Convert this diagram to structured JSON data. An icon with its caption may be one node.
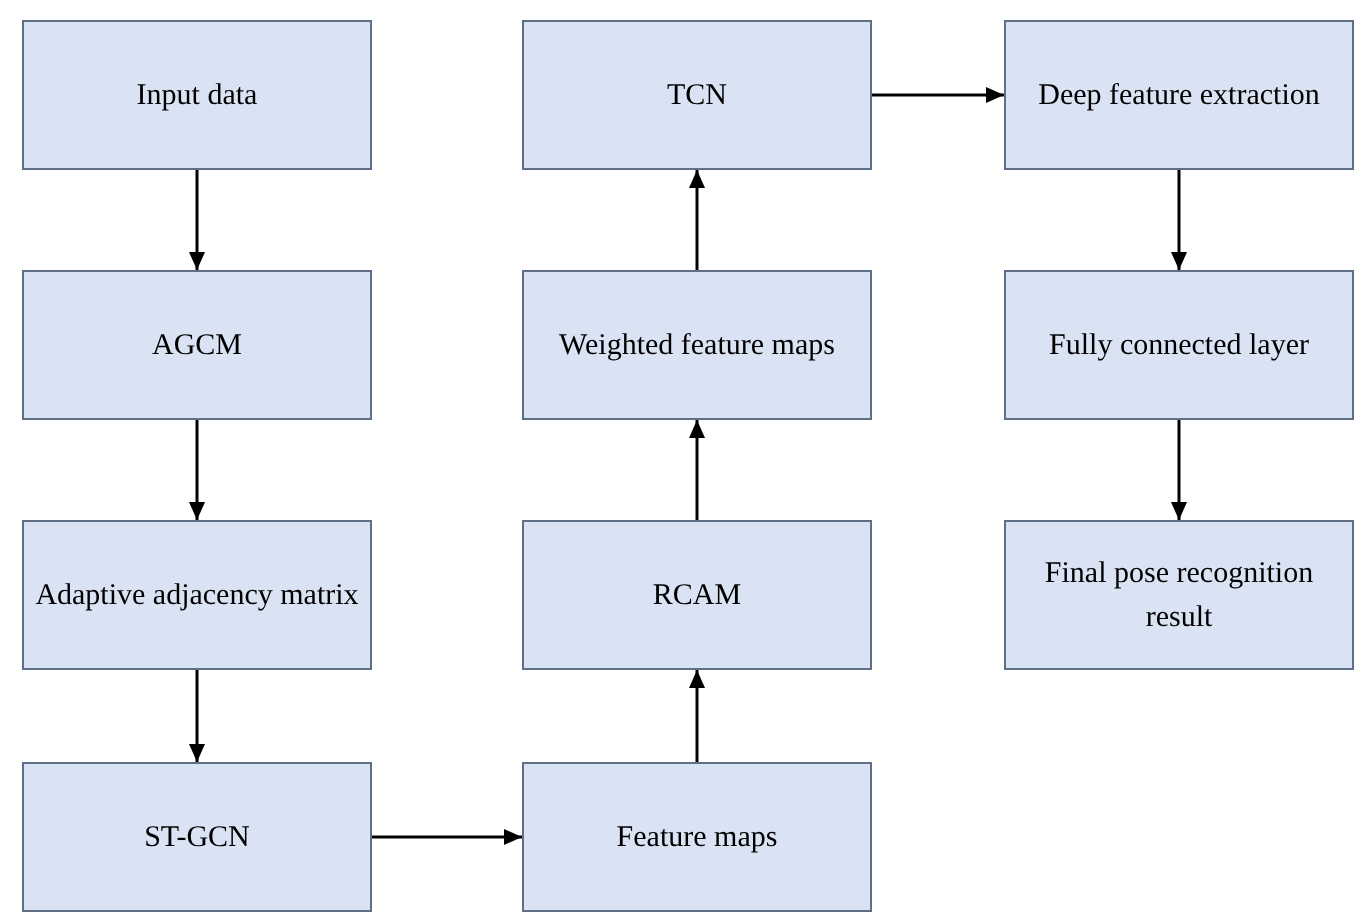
{
  "diagram": {
    "nodes": [
      {
        "text": [
          "Input data"
        ]
      },
      {
        "text": [
          "AGCM"
        ]
      },
      {
        "text": [
          "Adaptive adjacency matrix"
        ]
      },
      {
        "text": [
          "ST-GCN"
        ]
      },
      {
        "text": [
          "Feature maps"
        ]
      },
      {
        "text": [
          "RCAM"
        ]
      },
      {
        "text": [
          "Weighted feature maps"
        ]
      },
      {
        "text": [
          "TCN"
        ]
      },
      {
        "text": [
          "Deep feature extraction"
        ]
      },
      {
        "text": [
          "Fully connected layer"
        ]
      },
      {
        "text": [
          "Final pose recognition result"
        ]
      }
    ],
    "edges": [
      {
        "from": 0,
        "to": 1,
        "arrow": "to"
      },
      {
        "from": 1,
        "to": 2,
        "arrow": "to"
      },
      {
        "from": 2,
        "to": 3,
        "arrow": "to"
      },
      {
        "from": 3,
        "to": 4,
        "arrow": "to"
      },
      {
        "from": 4,
        "to": 5,
        "arrow": "to"
      },
      {
        "from": 5,
        "to": 6,
        "arrow": "to"
      },
      {
        "from": 6,
        "to": 7,
        "arrow": "to"
      },
      {
        "from": 7,
        "to": 8,
        "arrow": "to"
      },
      {
        "from": 8,
        "to": 9,
        "arrow": "to"
      },
      {
        "from": 9,
        "to": 10,
        "arrow": "to"
      }
    ]
  }
}
